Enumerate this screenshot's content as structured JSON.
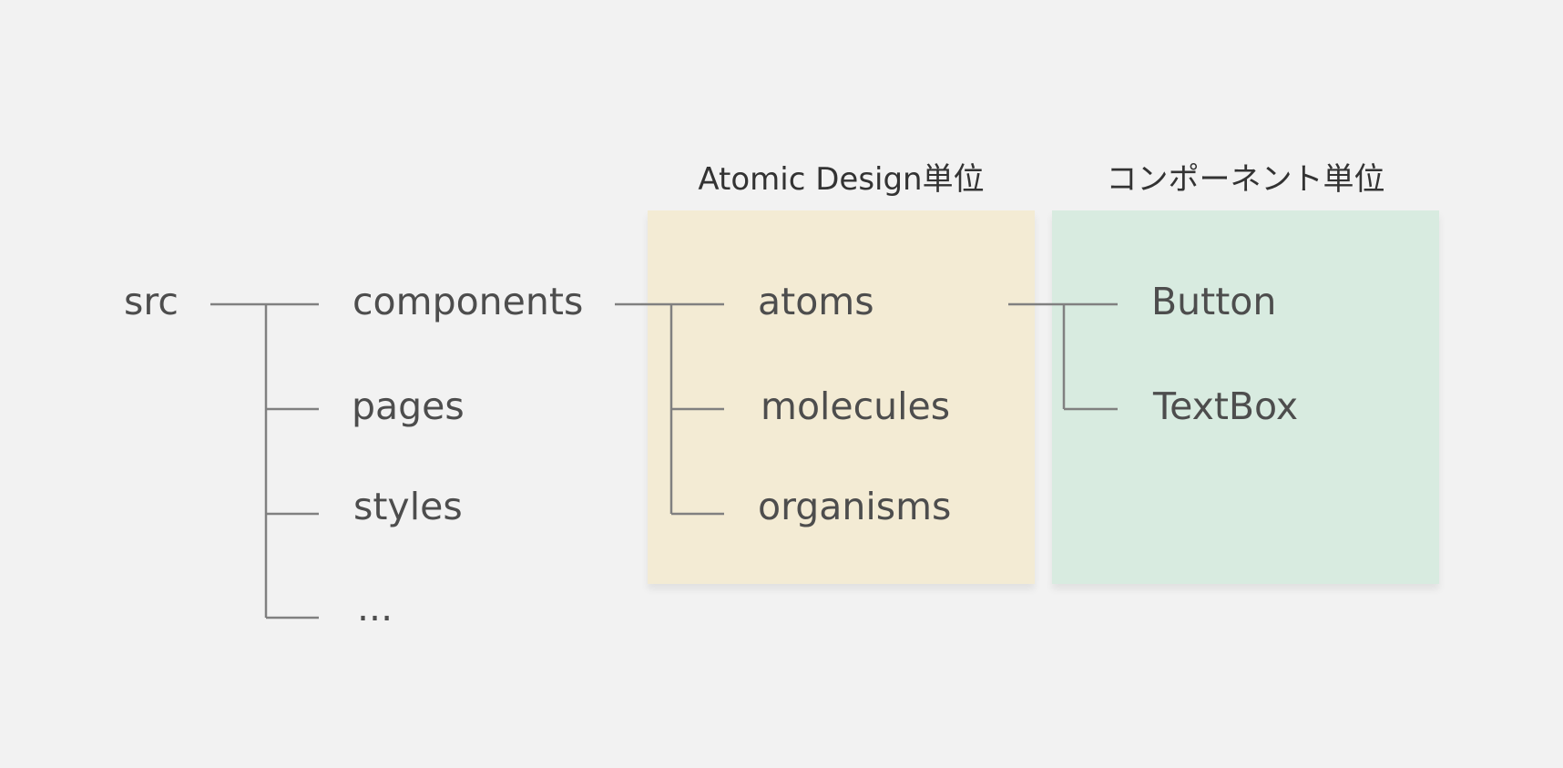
{
  "headings": {
    "atomic": "Atomic Design単位",
    "component": "コンポーネント単位"
  },
  "tree": {
    "root": "src",
    "level1": [
      "components",
      "pages",
      "styles",
      "..."
    ],
    "level2": [
      "atoms",
      "molecules",
      "organisms"
    ],
    "level3": [
      "Button",
      "TextBox"
    ]
  },
  "colors": {
    "background": "#f2f2f2",
    "atomic_panel": "#f3ebd4",
    "component_panel": "#d8ebe0",
    "line": "#808080",
    "text": "#4d4d4d",
    "heading": "#333333"
  }
}
